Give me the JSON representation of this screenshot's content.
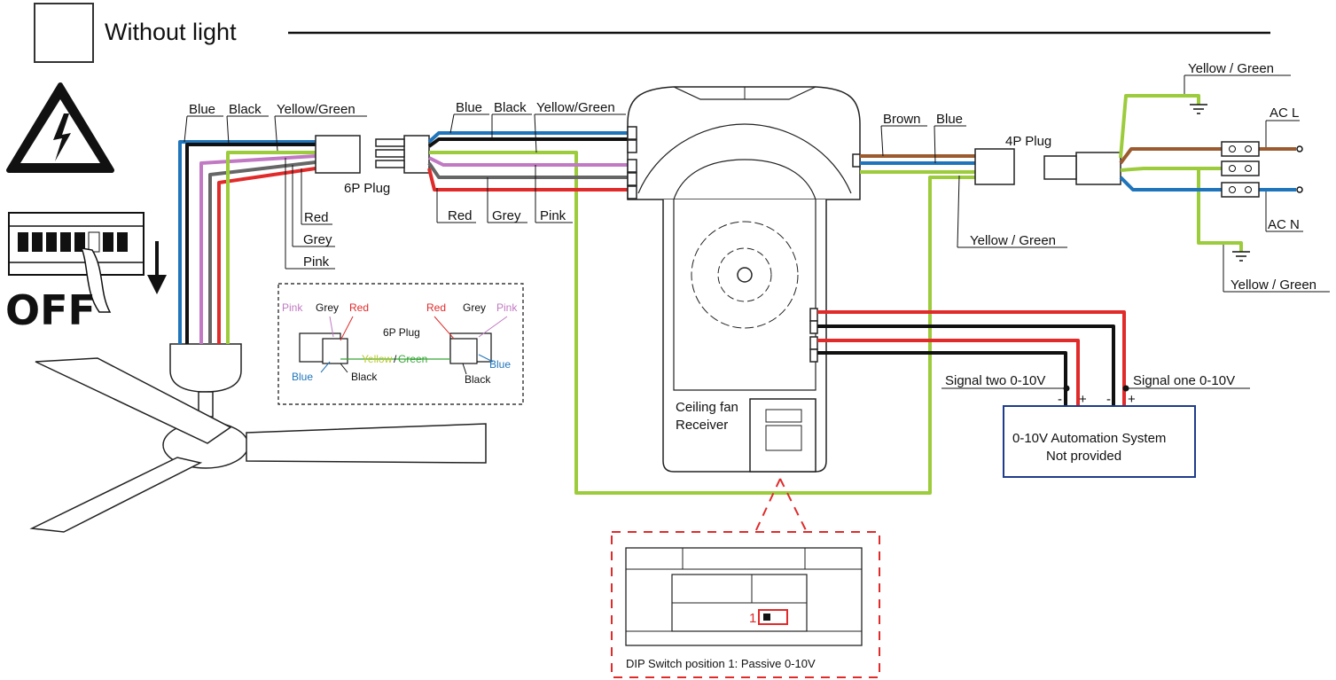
{
  "header": {
    "title": "Without light"
  },
  "off_label": "OFF",
  "colors": {
    "blue": "#1f75bb",
    "black": "#111111",
    "pink": "#c179c3",
    "grey": "#666666",
    "red": "#e12a2a",
    "yellow_green": "#9ccc3c",
    "brown": "#9b5b2e",
    "automation_border": "#1f3c8c",
    "dip_dashed": "#e12a2a"
  },
  "fan_wires": {
    "blue": "Blue",
    "black": "Black",
    "yellow_green": "Yellow/Green",
    "red": "Red",
    "grey": "Grey",
    "pink": "Pink"
  },
  "plug_6p": {
    "label": "6P Plug"
  },
  "receiver_wires": {
    "blue": "Blue",
    "black": "Black",
    "yellow_green": "Yellow/Green",
    "red": "Red",
    "grey": "Grey",
    "pink": "Pink"
  },
  "receiver": {
    "label_line1": "Ceiling fan",
    "label_line2": "Receiver"
  },
  "mains_wires": {
    "brown": "Brown",
    "blue": "Blue"
  },
  "plug_4p": {
    "label": "4P Plug"
  },
  "earth": {
    "top": "Yellow / Green",
    "mid": "Yellow / Green",
    "bottom": "Yellow / Green"
  },
  "ac": {
    "l": "AC L",
    "n": "AC N"
  },
  "signals": {
    "two": "Signal two 0-10V",
    "one": "Signal one 0-10V",
    "minus": "-",
    "plus": "+"
  },
  "automation": {
    "line1": "0-10V Automation System",
    "line2": "Not provided"
  },
  "inset": {
    "pink": "Pink",
    "grey": "Grey",
    "red": "Red",
    "blue": "Blue",
    "black": "Black",
    "plug": "6P Plug",
    "yellow": "Yellow",
    "slash": "/",
    "green": "Green"
  },
  "dip": {
    "number": "1",
    "caption": "DIP Switch position 1: Passive 0-10V"
  }
}
